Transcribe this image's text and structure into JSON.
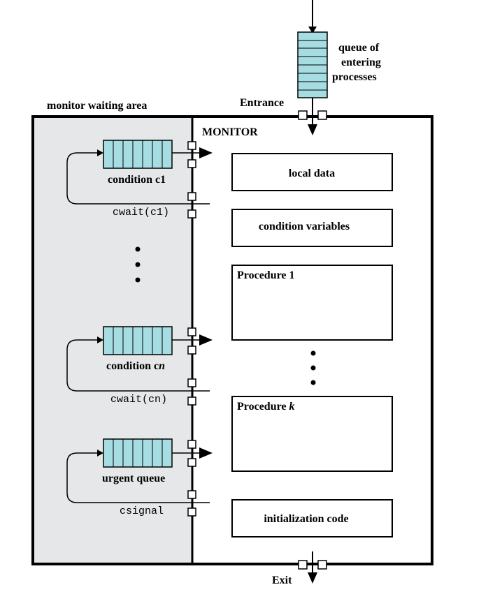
{
  "colors": {
    "waiting_area_fill": "#e6e7e8",
    "queue_fill": "#a6dde3",
    "line": "#000000",
    "background": "#ffffff"
  },
  "labels": {
    "queue_of_entering_line1": "queue of",
    "queue_of_entering_line2": "entering",
    "queue_of_entering_line3": "processes",
    "entrance": "Entrance",
    "monitor_waiting_area": "monitor waiting area",
    "monitor": "MONITOR",
    "exit": "Exit",
    "condition_c1": "condition c1",
    "condition_cn_prefix": "condition c",
    "condition_cn_suffix": "n",
    "urgent_queue": "urgent queue",
    "cwait_c1": "cwait(c1)",
    "cwait_cn": "cwait(cn)",
    "csignal": "csignal"
  },
  "monitor_boxes": {
    "local_data": "local data",
    "condition_variables": "condition variables",
    "procedure_1": "Procedure 1",
    "procedure_k_prefix": "Procedure ",
    "procedure_k_suffix": "k",
    "initialization_code": "initialization code"
  }
}
